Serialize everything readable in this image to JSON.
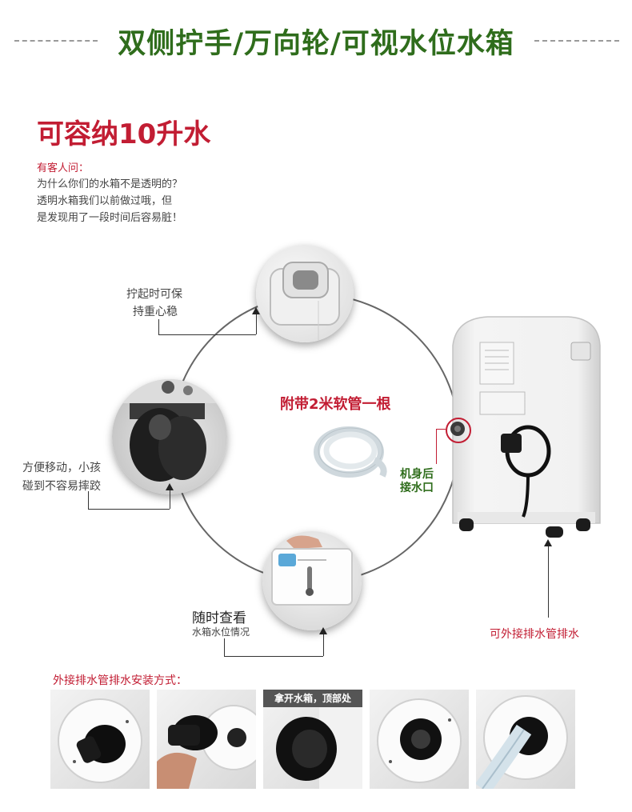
{
  "header": {
    "title": "双侧拧手/万向轮/可视水位水箱"
  },
  "capacity": {
    "title": "可容纳10升水"
  },
  "qa": {
    "label": "有客人问：",
    "lines": [
      "为什么你们的水箱不是透明的？",
      "透明水箱我们以前做过哦，但",
      "是发现用了一段时间后容易脏！"
    ]
  },
  "callouts": {
    "handle": [
      "拧起时可保",
      "持重心稳"
    ],
    "wheel": [
      "方便移动，小孩",
      "碰到不容易摔跤"
    ],
    "tank_title": "随时查看",
    "tank_sub": "水箱水位情况"
  },
  "hose": {
    "title": "附带2米软管一根"
  },
  "port": {
    "lines": [
      "机身后",
      "接水口"
    ]
  },
  "drain": {
    "label": "可外接排水管排水"
  },
  "install": {
    "title": "外接排水管排水安装方式：",
    "badge": "拿开水箱，顶部处"
  },
  "colors": {
    "green": "#2f6d1c",
    "red": "#c21d33"
  }
}
